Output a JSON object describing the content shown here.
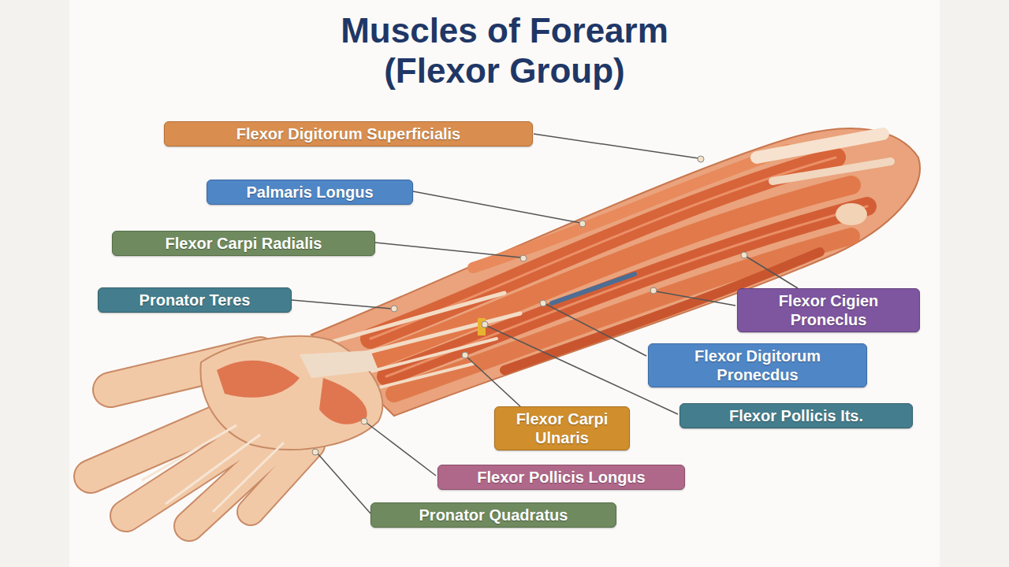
{
  "diagram": {
    "title": "Muscles of Forearm (Flexor Group)",
    "nodes": [
      {
        "text": [
          "Flexor Digitorum Superficialis"
        ]
      },
      {
        "text": [
          "Palmaris Longus"
        ]
      },
      {
        "text": [
          "Flexor Carpi Radialis"
        ]
      },
      {
        "text": [
          "Pronator Teres"
        ]
      },
      {
        "text": [
          "Flexor Cigien Proneclus"
        ]
      },
      {
        "text": [
          "Flexor Digitorum Pronecdus"
        ]
      },
      {
        "text": [
          "Flexor Pollicis Its."
        ]
      },
      {
        "text": [
          "Flexor Carpi Ulnaris"
        ]
      },
      {
        "text": [
          "Flexor Pollicis Longus"
        ]
      },
      {
        "text": [
          "Pronator Quadratus"
        ]
      }
    ]
  }
}
